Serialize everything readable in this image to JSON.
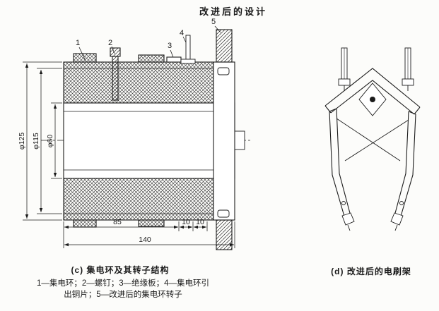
{
  "title": "改进后的设计",
  "figure_c": {
    "caption": "(c)  集电环及其转子结构",
    "legend": [
      "1—集电环；2—螺钉；3—绝缘板；4—集电环引",
      "出铜片；5—改进后的集电环转子"
    ],
    "callouts": {
      "c1": "1",
      "c2": "2",
      "c3": "3",
      "c4": "4",
      "c5": "5"
    },
    "dims": {
      "dia125": "φ125",
      "dia115": "φ115",
      "dia60": "φ60",
      "len85": "85",
      "len10a": "10",
      "len10b": "10",
      "len140": "140"
    }
  },
  "figure_d": {
    "caption": "(d)  改进后的电刷架"
  }
}
